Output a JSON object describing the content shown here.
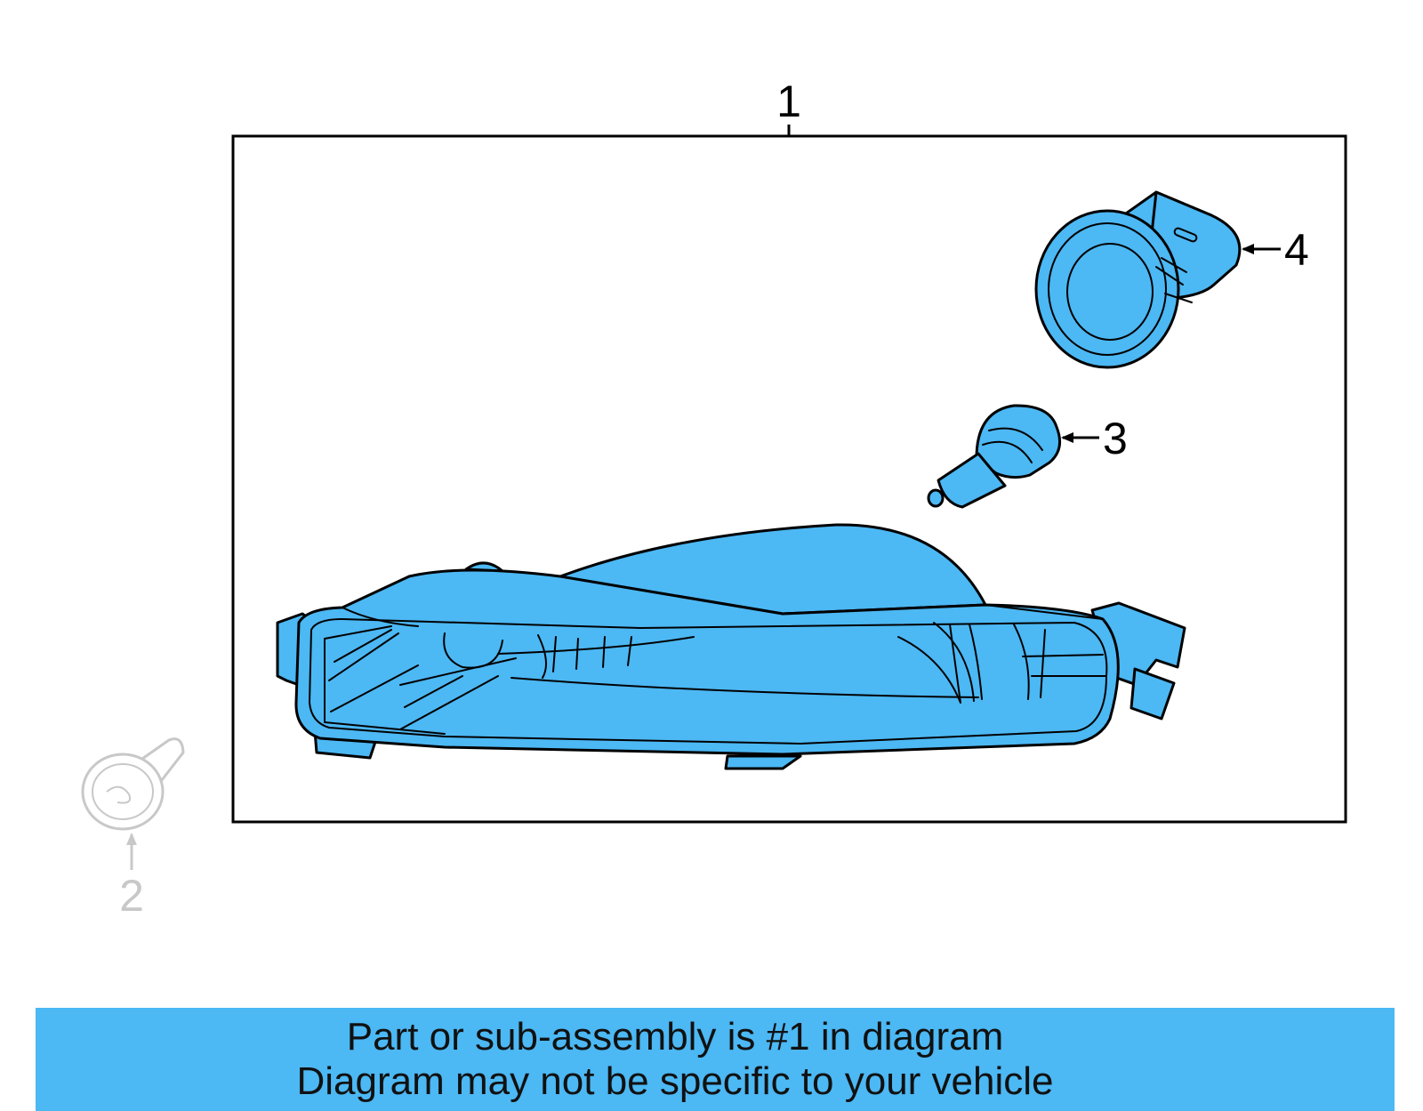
{
  "diagram": {
    "callouts": [
      {
        "id": "1",
        "label": "1"
      },
      {
        "id": "2",
        "label": "2"
      },
      {
        "id": "3",
        "label": "3"
      },
      {
        "id": "4",
        "label": "4"
      }
    ],
    "colors": {
      "part_fill": "#4cb8f4",
      "unrelated_part": "#c8c8c8",
      "frame": "#000000"
    }
  },
  "banner": {
    "line1": "Part or sub-assembly is #1 in diagram",
    "line2": "Diagram may not be specific to your vehicle",
    "background": "#4cb8f4"
  }
}
